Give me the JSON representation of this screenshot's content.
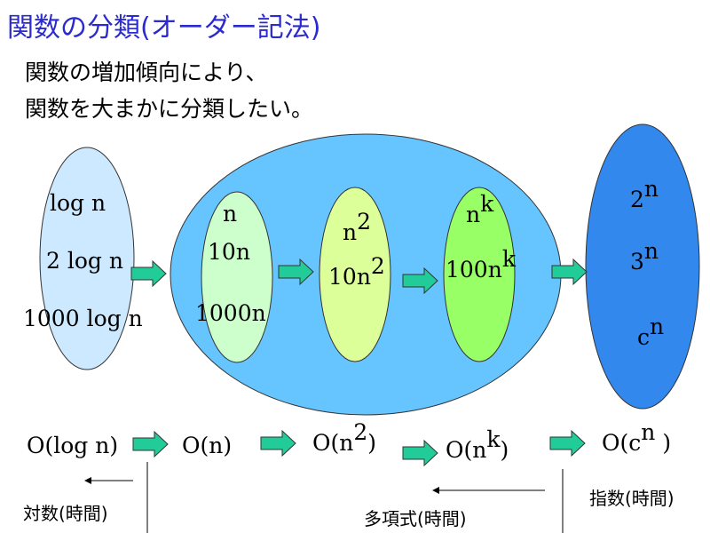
{
  "title": "関数の分類(オーダー記法)",
  "intro": {
    "line1": "関数の増加傾向により、",
    "line2": "関数を大まかに分類したい。"
  },
  "groups": {
    "log": {
      "items": [
        "log n",
        "2 log n",
        "1000 log n"
      ]
    },
    "linear": {
      "items": [
        "n",
        "10n",
        "1000n"
      ]
    },
    "quadratic": {
      "items": [
        "n²",
        "10n²"
      ]
    },
    "poly_k": {
      "items": [
        "nᵏ",
        "100nᵏ"
      ]
    },
    "exponential": {
      "items": [
        "2ⁿ",
        "3ⁿ",
        "cⁿ"
      ]
    }
  },
  "orders": [
    "O(log n)",
    "O(n)",
    "O(n²)",
    "O(nᵏ)",
    "O(cⁿ)"
  ],
  "categories": {
    "log": "対数(時間)",
    "poly": "多項式(時間)",
    "exp": "指数(時間)"
  },
  "colors": {
    "title": "#2a2ad0",
    "big_ellipse": "#66c4ff",
    "log_ellipse": "#cde9ff",
    "linear_ellipse": "#ccffcc",
    "quadratic_ellipse": "#ddff99",
    "poly_k_ellipse": "#99ff66",
    "exp_ellipse": "#3388ee",
    "arrow": "#22cc99"
  }
}
